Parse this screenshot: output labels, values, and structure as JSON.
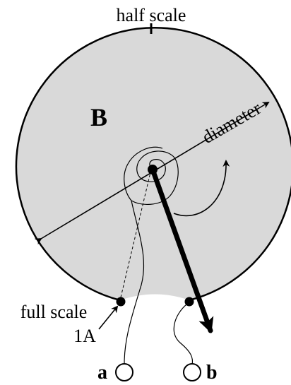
{
  "labels": {
    "half_scale": "half scale",
    "field": "B",
    "diameter": "diameter",
    "full_scale": "full scale",
    "current": "1A",
    "terminal_a": "a",
    "terminal_b": "b"
  },
  "colors": {
    "disc_fill": "#d9d9d9",
    "ink": "#000000",
    "background": "#ffffff"
  }
}
